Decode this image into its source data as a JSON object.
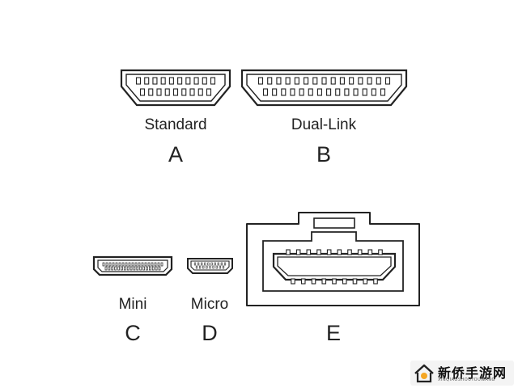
{
  "connectors": [
    {
      "name": "Standard",
      "letter": "A"
    },
    {
      "name": "Dual-Link",
      "letter": "B"
    },
    {
      "name": "Mini",
      "letter": "C"
    },
    {
      "name": "Micro",
      "letter": "D"
    },
    {
      "name": "",
      "letter": "E"
    }
  ],
  "watermark": {
    "text": "新侨手游网",
    "subtext": "XINQIAOSHOUYOUWANG",
    "accent_color": "#f5a623"
  },
  "colors": {
    "stroke": "#222222",
    "background": "#ffffff"
  }
}
